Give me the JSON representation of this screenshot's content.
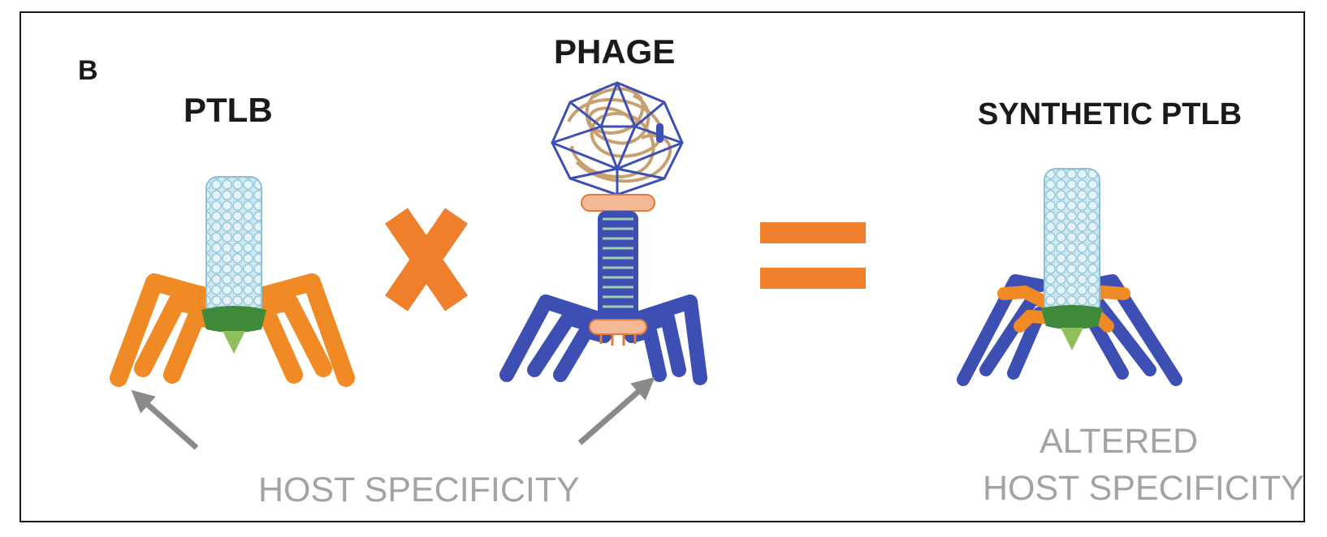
{
  "panel_label": "B",
  "labels": {
    "ptlb": "PTLB",
    "phage": "PHAGE",
    "synthetic_ptlb": "SYNTHETIC PTLB",
    "host_specificity": "HOST SPECIFICITY",
    "altered_line1": "ALTERED",
    "altered_line2": "HOST SPECIFICITY"
  },
  "colors": {
    "ptlb_fibers": "#f08a24",
    "phage_fibers": "#3d4fb3",
    "tube_fill": "#cfe8f2",
    "baseplate_green": "#3f8a3a",
    "spike_green": "#8ebf5a",
    "operator_orange": "#ef7f2a",
    "collar_peach": "#f5b896",
    "dna_tan": "#c8a070",
    "arrow_gray": "#8a8a8a",
    "caption_gray": "#a3a3a3"
  }
}
